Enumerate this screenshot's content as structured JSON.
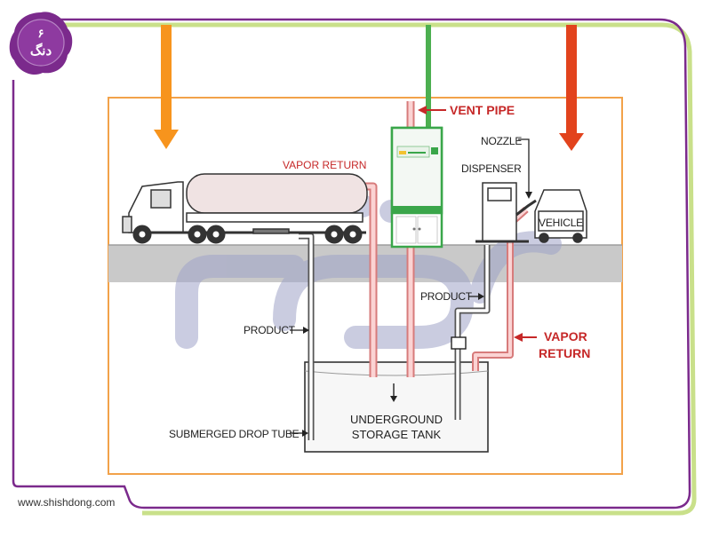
{
  "diagram": {
    "labels": {
      "vent_pipe": "VENT PIPE",
      "nozzle": "NOZZLE",
      "dispenser": "DISPENSER",
      "vehicle": "VEHICLE",
      "vapor_return_top": "VAPOR RETURN",
      "product_left": "PRODUCT",
      "product_right": "PRODUCT",
      "vapor_return_right_line1": "VAPOR",
      "vapor_return_right_line2": "RETURN",
      "tank_line1": "UNDERGROUND",
      "tank_line2": "STORAGE TANK",
      "submerged_drop_tube": "SUBMERGED DROP TUBE"
    }
  },
  "branding": {
    "logo_digit": "۶",
    "logo_text": "دنگ",
    "website": "www.shishdong.com",
    "watermark_text": "دنگ"
  },
  "colors": {
    "frame_purple": "#7b2a8c",
    "frame_green": "#c9e08a",
    "box_orange": "#f2a24a",
    "arrow_orange": "#f7941d",
    "arrow_green": "#4caf50",
    "arrow_red": "#e2431d",
    "vapor_pink": "#f4a6a6",
    "label_red": "#c62828",
    "unit_green": "#3aa64a"
  }
}
